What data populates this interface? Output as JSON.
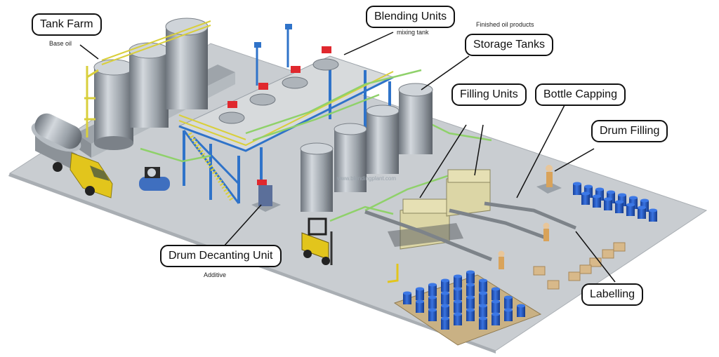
{
  "diagram": {
    "labels": {
      "tank_farm": "Tank Farm",
      "base_oil": "Base oil",
      "blending_units": "Blending Units",
      "mixing_tank": "mixing tank",
      "finished_oil_products": "Finished oil products",
      "storage_tanks": "Storage Tanks",
      "filling_units": "Filling Units",
      "bottle_capping": "Bottle Capping",
      "drum_filling": "Drum Filling",
      "drum_decanting_unit": "Drum Decanting Unit",
      "additive": "Additive",
      "labelling": "Labelling",
      "watermark": "www.blendingplant.com"
    },
    "colors": {
      "floor": "#c9cdd1",
      "floor_edge": "#a9aeb3",
      "tank": "#b8bec5",
      "tank_dark": "#6e757d",
      "structure_blue": "#2f73c9",
      "rail_yellow": "#d9cf3c",
      "pipe_green": "#8fd16a",
      "mixer_red": "#e0282e",
      "drum_blue": "#1f56c8",
      "machine_beige": "#dcd6a6",
      "truck_yellow": "#e2c51c",
      "carton": "#d8b98a"
    }
  }
}
